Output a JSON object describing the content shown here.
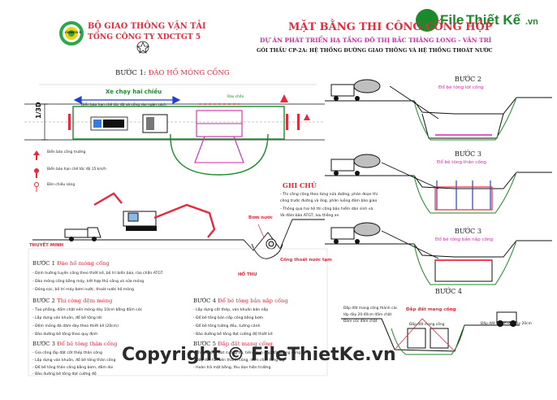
{
  "header": {
    "company_1": "BỘ GIAO THÔNG VẬN TẢI",
    "company_2": "TỔNG CÔNG TY XDCTGT 5",
    "logo_text": "CIENCO 5",
    "title": "MẶT BẰNG THI CÔNG CỐNG HỘP",
    "subtitle_1": "DỰ ÁN PHÁT TRIỂN HẠ TẦNG ĐÔ THỊ BẮC THĂNG LONG - VÂN TRÌ",
    "subtitle_2": "GÓI THẦU CP-2A: HỆ THỐNG ĐƯỜNG GIAO THÔNG VÀ HỆ THỐNG THOÁT NƯỚC"
  },
  "brand": {
    "name_1": "File",
    "name_2": "Thiết Kế",
    "name_3": ".vn",
    "copyright": "Copyright © FileThietKe.vn"
  },
  "step1": {
    "title_prefix": "BƯỚC 1:",
    "title_main": "ĐÀO HỐ MÓNG CỐNG",
    "traffic": "Xe chạy hai chiều",
    "note_top": "Biển báo hạn chế tốc độ và cổng rào ngăn cách",
    "barrier": "Rào chắn",
    "dim": "1/3D",
    "pump": "Bơm nước",
    "culvert": "Cống thoát nước tạm",
    "pit": "HỐ THU"
  },
  "legend": [
    {
      "label": "Biển báo công trường"
    },
    {
      "label": "Biển báo hạn chế tốc độ 15 km/h"
    },
    {
      "label": "Đèn chiếu sáng"
    }
  ],
  "notes": {
    "title": "GHI CHÚ",
    "line_1": "- Thi công cống theo từng nửa đường, phân đoạn thi",
    "line_2": "công trước đường và ống, phân luồng đảm bảo giao",
    "line_3": "- Thông qua hai hệ thi công bảo hiểm dân sinh và",
    "line_4": "Và đảm bảo ATGT, lưu thông an"
  },
  "method_title": "THUYẾT MINH",
  "method": [
    {
      "head": "BƯỚC 1",
      "head_sub": "Đào hố móng cống",
      "lines": [
        "- Định hướng tuyến cống theo thiết kế, bố trí biển báo, rào chắn ATGT",
        "- Đào móng cống bằng máy, kết hợp thủ công và sửa móng",
        "- Đóng cọc, bố trí máy bơm nước, thoát nước hố móng"
      ]
    },
    {
      "head": "BƯỚC 2",
      "head_sub": "Thi công đệm móng",
      "lines": [
        "- Tạo phẳng, đầm chặt nền móng dày 10cm bằng đầm cóc",
        "- Lắp dựng ván khuôn, đổ bê tông lót",
        "- Đệm móng đá dăm dày theo thiết kế (20cm)",
        "- Bảo dưỡng bê tông theo quy định"
      ]
    },
    {
      "head": "BƯỚC 3",
      "head_sub": "Đổ bê tông thân cống",
      "lines": [
        "- Gia công lắp đặt cốt thép thân cống",
        "- Lắp dựng ván khuôn, đổ bê tông thân cống",
        "- Đổ bê tông thân cống bằng bơm, đầm dùi",
        "- Bảo dưỡng bê tông đạt cường độ"
      ]
    },
    {
      "head": "BƯỚC 4",
      "head_sub": "Đổ bê tông bản nắp cống",
      "lines": [
        "- Lắp dựng cốt thép, ván khuôn bản nắp",
        "- Đổ bê tông bản nắp cống bằng bơm",
        "- Đổ bê tông tường đầu, tường cánh",
        "- Bảo dưỡng bê tông đạt cường độ thiết kế"
      ]
    },
    {
      "head": "BƯỚC 5",
      "head_sub": "Đắp đất mang cống",
      "lines": [
        "- Khi bê tông đạt cường độ, tiến hành đắp đất mang cống",
        "- Đắp đất hai bên thành cống, đầm chặt từng lớp",
        "- Hoàn trả mặt bằng, thu dọn hiện trường"
      ]
    }
  ],
  "right_steps": [
    {
      "title": "BƯỚC 2",
      "sub": "Đổ bê tông lót cống"
    },
    {
      "title": "BƯỚC 3",
      "sub": "Đổ bê tông thân cống"
    },
    {
      "title": "BƯỚC 3",
      "sub": "Đổ bê tông bản nắp cống"
    },
    {
      "title": "BƯỚC 4",
      "sub": "Đắp đất mang cống"
    }
  ],
  "step4_notes": {
    "left_1": "Đắp đất mang cống thành các",
    "left_2": "lớp dày 20-40cm đầm chặt",
    "left_3": "Đầm cóc đầm chặt",
    "mid": "Đắp đất mang cống",
    "right": "Đắp đất thành lớp dày 20cm"
  },
  "colors": {
    "title_red": "#e8283c",
    "magenta": "#d22aa8",
    "green": "#1b8a2a",
    "blue": "#1f3fd6"
  }
}
